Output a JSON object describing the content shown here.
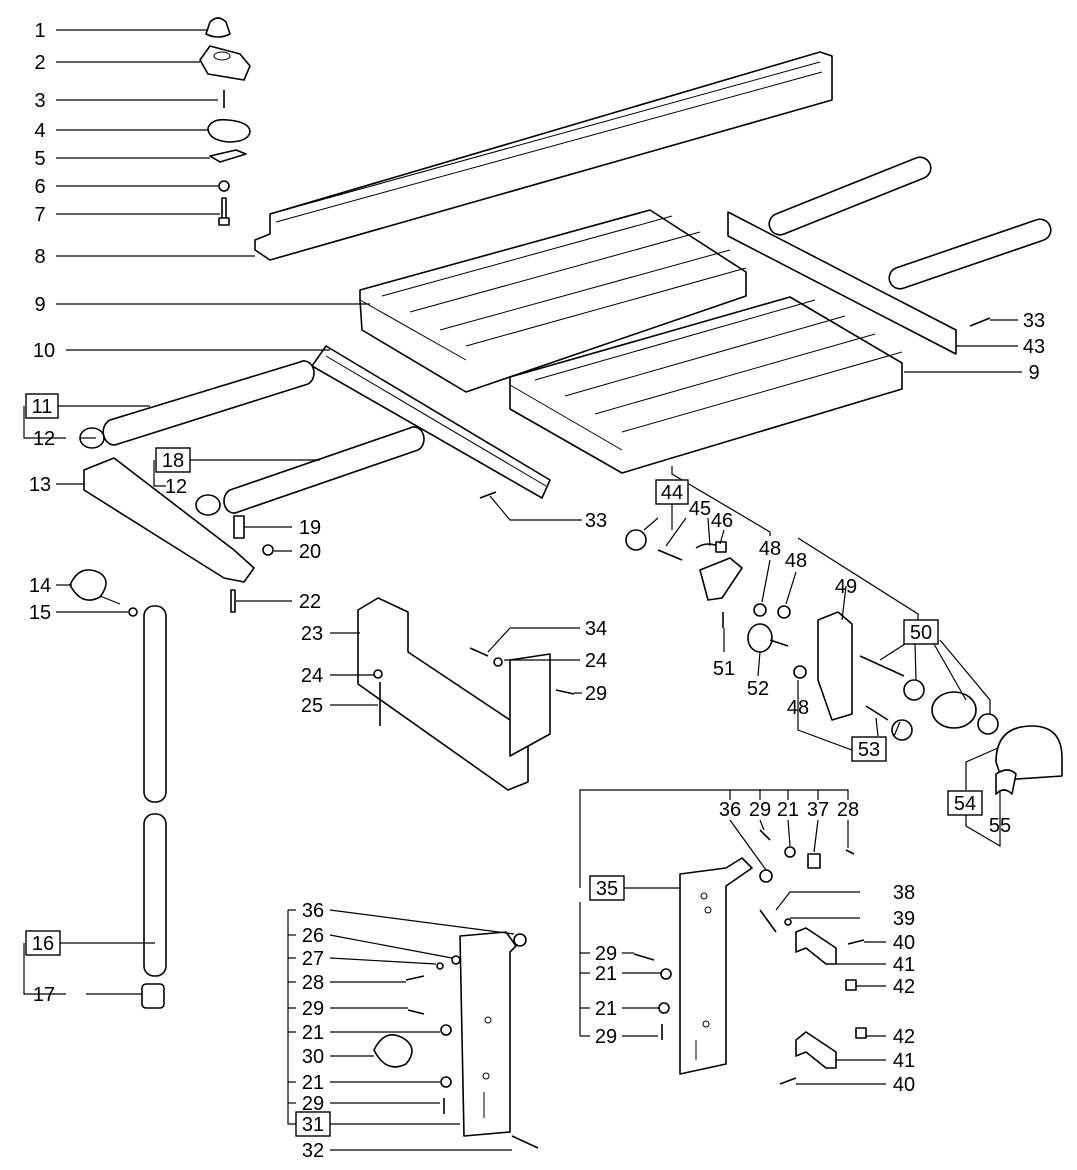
{
  "diagram": {
    "labels": {
      "l1": "1",
      "l2": "2",
      "l3": "3",
      "l4": "4",
      "l5": "5",
      "l6": "6",
      "l7": "7",
      "l8": "8",
      "l9a": "9",
      "l9b": "9",
      "l10": "10",
      "l11": "11",
      "l12a": "12",
      "l12b": "12",
      "l13": "13",
      "l14": "14",
      "l15": "15",
      "l16": "16",
      "l17": "17",
      "l18": "18",
      "l19": "19",
      "l20": "20",
      "l21a": "21",
      "l21b": "21",
      "l21c": "21",
      "l21d": "21",
      "l21e": "21",
      "l22": "22",
      "l23": "23",
      "l24a": "24",
      "l24b": "24",
      "l25": "25",
      "l26": "26",
      "l27": "27",
      "l28a": "28",
      "l28b": "28",
      "l29a": "29",
      "l29b": "29",
      "l29c": "29",
      "l29d": "29",
      "l29e": "29",
      "l29f": "29",
      "l30": "30",
      "l31": "31",
      "l32": "32",
      "l33a": "33",
      "l33b": "33",
      "l34": "34",
      "l35": "35",
      "l36a": "36",
      "l36b": "36",
      "l37": "37",
      "l38": "38",
      "l39": "39",
      "l40a": "40",
      "l40b": "40",
      "l41a": "41",
      "l41b": "41",
      "l42a": "42",
      "l42b": "42",
      "l43": "43",
      "l44": "44",
      "l45": "45",
      "l46": "46",
      "l48a": "48",
      "l48b": "48",
      "l48c": "48",
      "l49": "49",
      "l50": "50",
      "l51": "51",
      "l52": "52",
      "l53": "53",
      "l54": "54",
      "l55": "55"
    }
  }
}
